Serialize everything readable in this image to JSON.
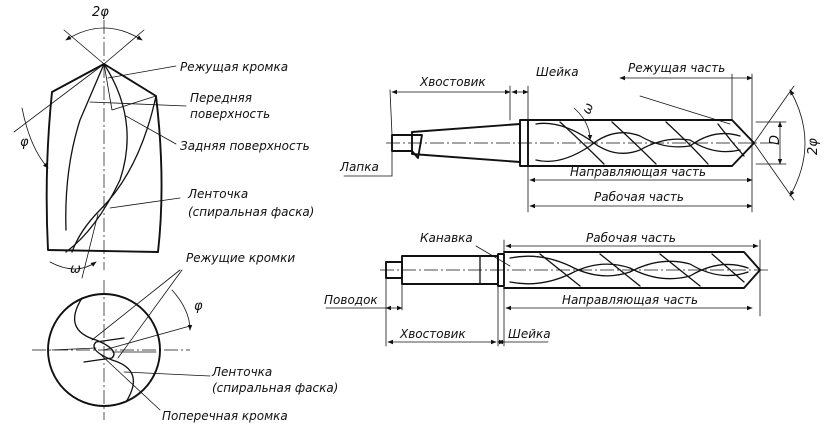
{
  "labels": {
    "angle_2phi_top": "2φ",
    "cutting_edge": "Режущая кромка",
    "rake_face_1": "Передняя",
    "rake_face_2": "поверхность",
    "flank_face": "Задняя поверхность",
    "land_1": "Ленточка",
    "land_2": "(спиральная фаска)",
    "phi_left": "φ",
    "omega_left": "ω",
    "cutting_edges": "Режущие кромки",
    "phi_circle": "φ",
    "land_bottom_1": "Ленточка",
    "land_bottom_2": "(спиральная фаска)",
    "chisel_edge": "Поперечная кромка",
    "shank_top": "Хвостовик",
    "neck_top": "Шейка",
    "cutting_part_top": "Режущая часть",
    "omega_top": "ω",
    "diameter": "D",
    "angle_2phi_right": "2φ",
    "tang": "Лапка",
    "guiding_part_top": "Направляющая часть",
    "working_part_top": "Рабочая часть",
    "flute": "Канавка",
    "working_part_bottom": "Рабочая часть",
    "driver": "Поводок",
    "guiding_part_bottom": "Направляющая часть",
    "shank_bottom": "Хвостовик",
    "neck_bottom": "Шейка"
  },
  "colors": {
    "ink": "#111111",
    "background": "#ffffff"
  }
}
